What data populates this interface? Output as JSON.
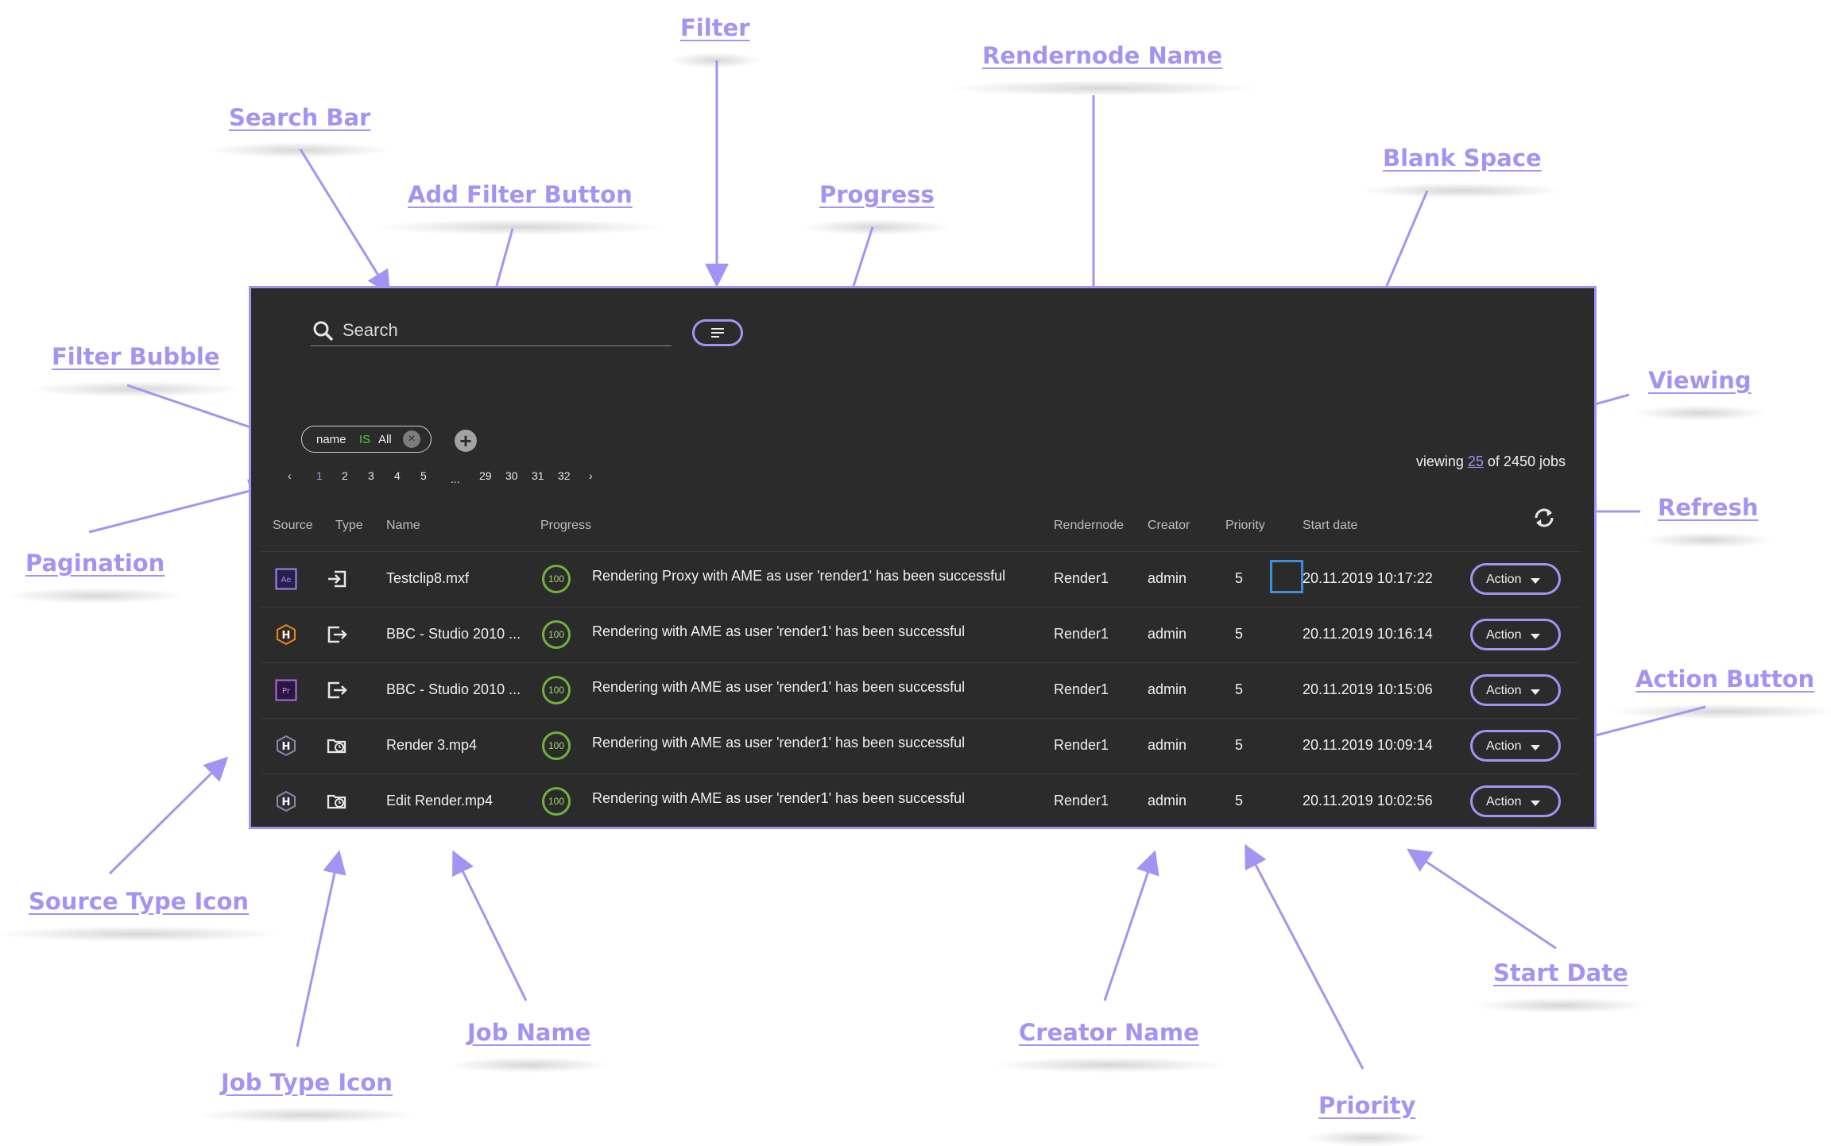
{
  "annotations": {
    "filter": "Filter",
    "rendernode_name": "Rendernode Name",
    "search_bar": "Search Bar",
    "add_filter_button": "Add Filter Button",
    "progress": "Progress",
    "blank_space": "Blank Space",
    "filter_bubble": "Filter Bubble",
    "viewing": "Viewing",
    "refresh": "Refresh",
    "pagination": "Pagination",
    "action_button": "Action Button",
    "source_type_icon": "Source Type Icon",
    "job_type_icon": "Job Type Icon",
    "job_name": "Job Name",
    "creator_name": "Creator Name",
    "priority": "Priority",
    "start_date": "Start Date"
  },
  "search": {
    "placeholder": "Search"
  },
  "filter_bubble": {
    "field": "name",
    "operator": "IS",
    "value": "All"
  },
  "pagination": {
    "prev": "‹",
    "next": "›",
    "ellipsis": "...",
    "current": "1",
    "pages": [
      "2",
      "3",
      "4",
      "5",
      "29",
      "30",
      "31",
      "32"
    ]
  },
  "viewing": {
    "prefix": "viewing",
    "count": "25",
    "suffix": "of 2450 jobs"
  },
  "columns": {
    "source": "Source",
    "type": "Type",
    "name": "Name",
    "progress": "Progress",
    "rendernode": "Rendernode",
    "creator": "Creator",
    "priority": "Priority",
    "start_date": "Start date"
  },
  "rows": [
    {
      "source_icon": "after-effects-icon",
      "source_label": "Ae",
      "type_icon": "import-icon",
      "name": "Testclip8.mxf",
      "progress": "100",
      "message": "Rendering Proxy with AME as user 'render1' has been successful",
      "rendernode": "Render1",
      "creator": "admin",
      "priority": "5",
      "start_date": "20.11.2019 10:17:22",
      "action": "Action"
    },
    {
      "source_icon": "hive-icon",
      "source_label": "H",
      "type_icon": "export-icon",
      "name": "BBC - Studio 2010 ...",
      "progress": "100",
      "message": "Rendering with AME as user 'render1' has been successful",
      "rendernode": "Render1",
      "creator": "admin",
      "priority": "5",
      "start_date": "20.11.2019 10:16:14",
      "action": "Action"
    },
    {
      "source_icon": "premiere-icon",
      "source_label": "Pr",
      "type_icon": "export-icon",
      "name": "BBC - Studio 2010 ...",
      "progress": "100",
      "message": "Rendering with AME as user 'render1' has been successful",
      "rendernode": "Render1",
      "creator": "admin",
      "priority": "5",
      "start_date": "20.11.2019 10:15:06",
      "action": "Action"
    },
    {
      "source_icon": "hive-icon",
      "source_label": "H",
      "type_icon": "scheduled-folder-icon",
      "name": "Render 3.mp4",
      "progress": "100",
      "message": "Rendering with AME as user 'render1' has been successful",
      "rendernode": "Render1",
      "creator": "admin",
      "priority": "5",
      "start_date": "20.11.2019 10:09:14",
      "action": "Action"
    },
    {
      "source_icon": "hive-icon",
      "source_label": "H",
      "type_icon": "scheduled-folder-icon",
      "name": "Edit Render.mp4",
      "progress": "100",
      "message": "Rendering with AME as user 'render1' has been successful",
      "rendernode": "Render1",
      "creator": "admin",
      "priority": "5",
      "start_date": "20.11.2019 10:02:56",
      "action": "Action"
    }
  ],
  "colors": {
    "accent": "#a394f4",
    "panel": "#2b2b2b",
    "progress_ring": "#6db33f",
    "operator": "#4cd137",
    "blank_outline": "#3e8ed8"
  }
}
